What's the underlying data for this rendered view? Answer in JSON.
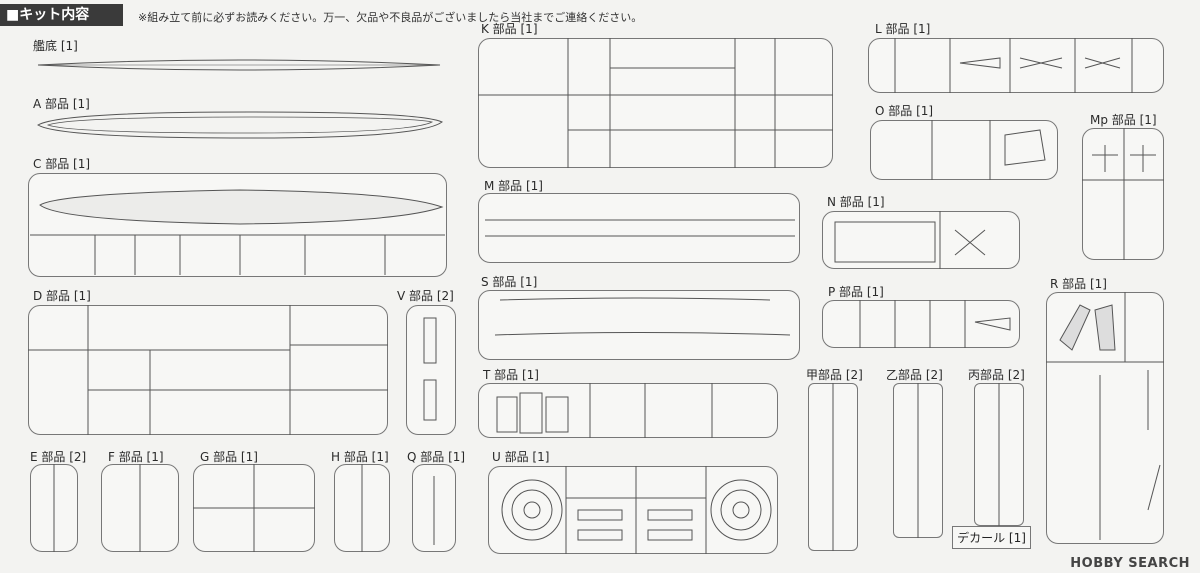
{
  "header": {
    "title": "■キット内容",
    "notice": "※組み立て前に必ずお読みください。万一、欠品や不良品がございましたら当社までご連絡ください。"
  },
  "sheets": {
    "hull_bottom": "艦底 [1]",
    "a": "A 部品 [1]",
    "c": "C 部品 [1]",
    "d": "D 部品 [1]",
    "e": "E 部品 [2]",
    "f": "F 部品 [1]",
    "g": "G 部品 [1]",
    "h": "H 部品 [1]",
    "q": "Q 部品 [1]",
    "v": "V 部品 [2]",
    "k": "K 部品 [1]",
    "m": "M 部品 [1]",
    "s": "S 部品 [1]",
    "t": "T 部品 [1]",
    "u": "U 部品 [1]",
    "l": "L 部品 [1]",
    "o": "O 部品 [1]",
    "mp": "Mp 部品 [1]",
    "n": "N 部品 [1]",
    "p": "P 部品 [1]",
    "r": "R 部品 [1]",
    "kou": "甲部品 [2]",
    "otsu": "乙部品 [2]",
    "hei": "丙部品 [2]"
  },
  "decal": "デカール [1]",
  "watermark": "HOBBY SEARCH"
}
